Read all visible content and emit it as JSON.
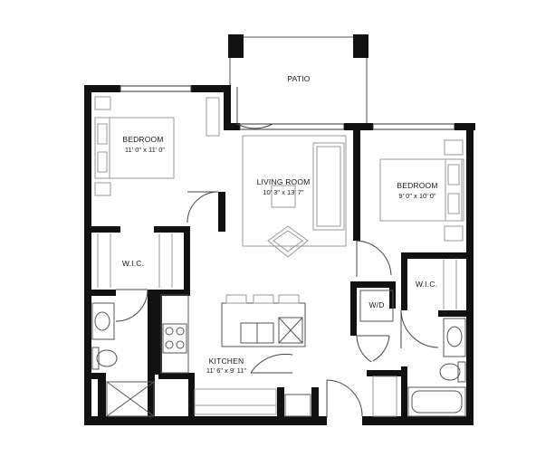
{
  "rooms": {
    "patio": {
      "name": "PATIO"
    },
    "bedroom_left": {
      "name": "BEDROOM",
      "dims": "11' 0\" x 11' 0\""
    },
    "living_room": {
      "name": "LIVING ROOM",
      "dims": "10' 3\" x 13' 7\""
    },
    "bedroom_right": {
      "name": "BEDROOM",
      "dims": "9' 0\" x 10' 0\""
    },
    "wic_left": {
      "name": "W.I.C."
    },
    "wic_right": {
      "name": "W.I.C."
    },
    "laundry": {
      "name": "W/D"
    },
    "kitchen": {
      "name": "KITCHEN",
      "dims": "11' 6\" x 9' 11\""
    }
  }
}
